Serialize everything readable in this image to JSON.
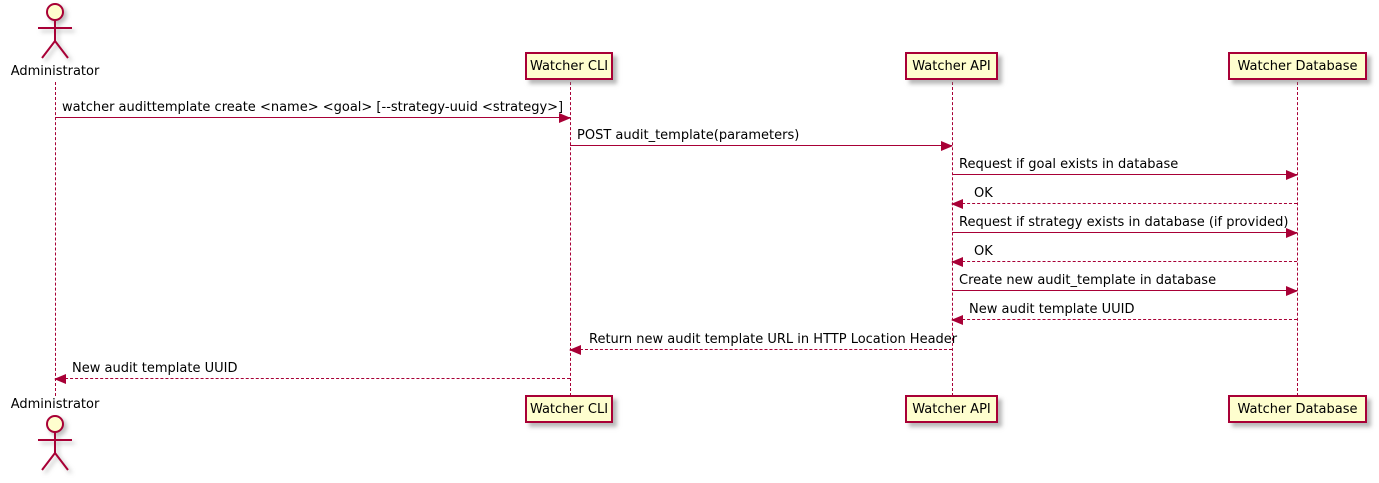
{
  "diagram": {
    "type": "sequence",
    "participants": [
      {
        "name": "Administrator",
        "kind": "actor"
      },
      {
        "name": "Watcher CLI",
        "kind": "participant"
      },
      {
        "name": "Watcher API",
        "kind": "participant"
      },
      {
        "name": "Watcher Database",
        "kind": "participant"
      }
    ],
    "messages": [
      {
        "from": "Administrator",
        "to": "Watcher CLI",
        "text": "watcher audittemplate create <name> <goal> [--strategy-uuid <strategy>]",
        "line": "solid",
        "direction": "right"
      },
      {
        "from": "Watcher CLI",
        "to": "Watcher API",
        "text": "POST audit_template(parameters)",
        "line": "solid",
        "direction": "right"
      },
      {
        "from": "Watcher API",
        "to": "Watcher Database",
        "text": "Request if goal exists in database",
        "line": "solid",
        "direction": "right"
      },
      {
        "from": "Watcher Database",
        "to": "Watcher API",
        "text": "OK",
        "line": "dashed",
        "direction": "left"
      },
      {
        "from": "Watcher API",
        "to": "Watcher Database",
        "text": "Request if strategy exists in database (if provided)",
        "line": "solid",
        "direction": "right"
      },
      {
        "from": "Watcher Database",
        "to": "Watcher API",
        "text": "OK",
        "line": "dashed",
        "direction": "left"
      },
      {
        "from": "Watcher API",
        "to": "Watcher Database",
        "text": "Create new audit_template in database",
        "line": "solid",
        "direction": "right"
      },
      {
        "from": "Watcher Database",
        "to": "Watcher API",
        "text": "New audit template UUID",
        "line": "dashed",
        "direction": "left"
      },
      {
        "from": "Watcher API",
        "to": "Watcher CLI",
        "text": "Return new audit template URL in HTTP Location Header",
        "line": "dashed",
        "direction": "left"
      },
      {
        "from": "Watcher CLI",
        "to": "Administrator",
        "text": "New audit template UUID",
        "line": "dashed",
        "direction": "left"
      }
    ],
    "colors": {
      "participant_fill": "#FEFECE",
      "border": "#A80036",
      "line": "#A80036",
      "text": "#000000",
      "background": "#FFFFFF"
    }
  }
}
